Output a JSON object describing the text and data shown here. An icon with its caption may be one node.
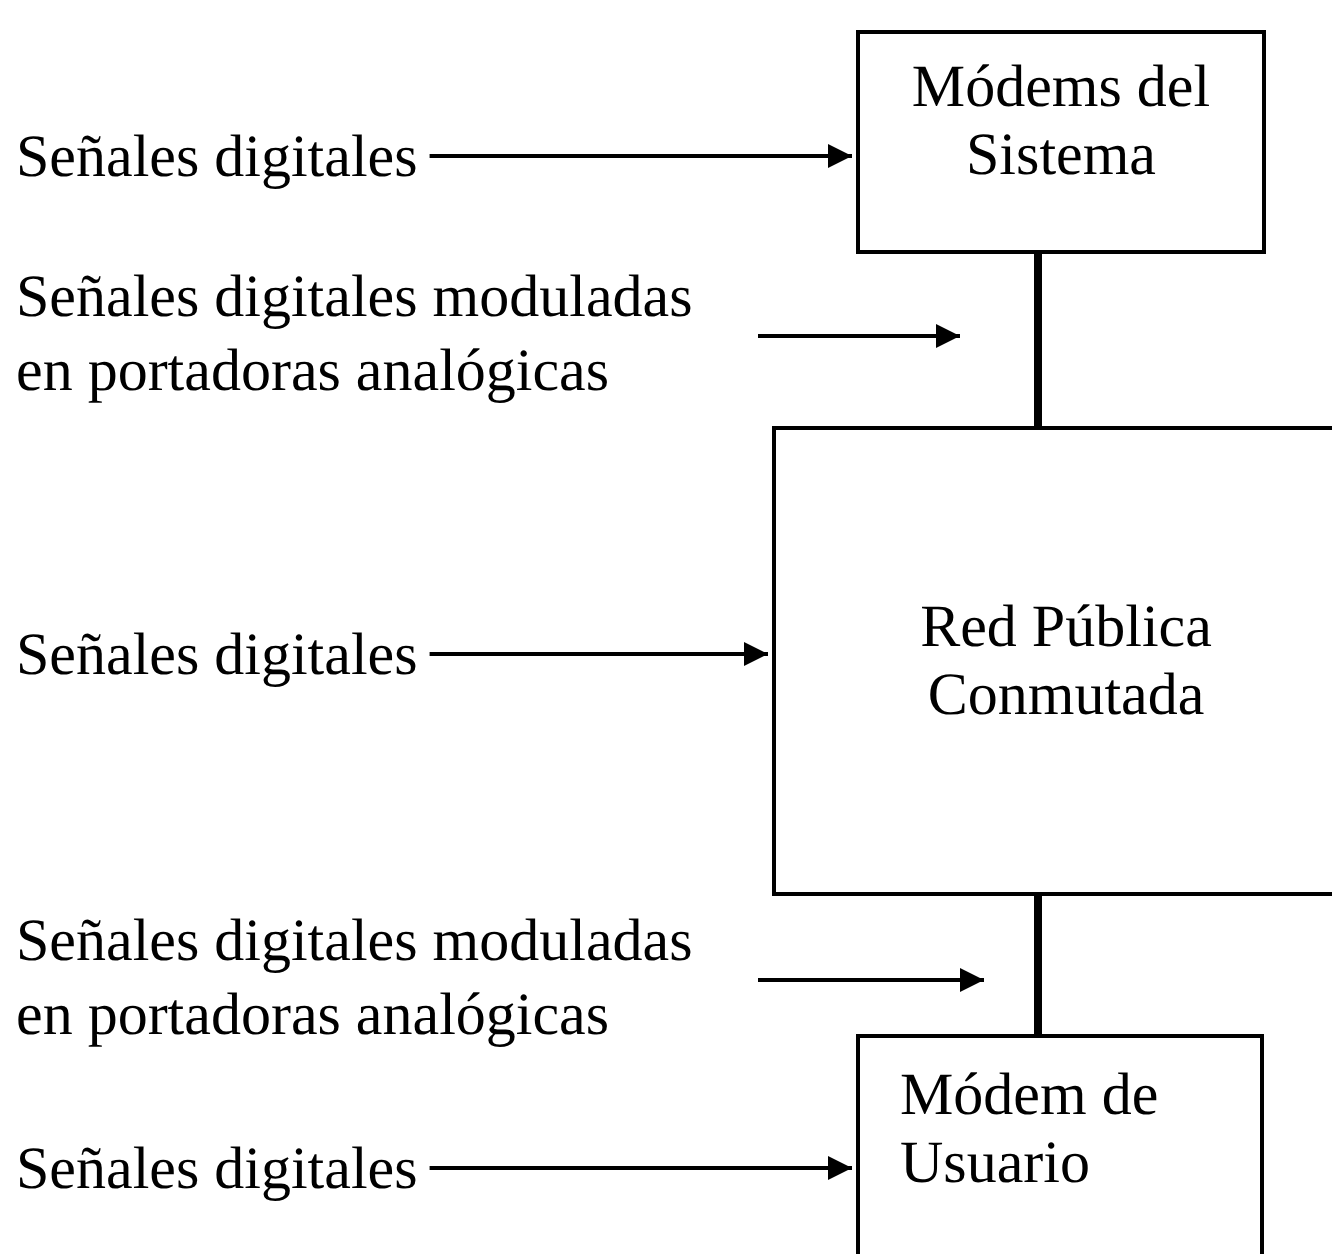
{
  "diagram": {
    "nodes": [
      {
        "text": [
          "Módems del Sistema"
        ]
      },
      {
        "text": [
          "Red Pública Conmutada"
        ]
      },
      {
        "text": [
          "Módem de Usuario"
        ]
      },
      {
        "text": [
          "Señales digitales"
        ]
      },
      {
        "text": [
          "Señales digitales moduladas en portadoras analógicas"
        ]
      },
      {
        "text": [
          "Señales digitales"
        ]
      },
      {
        "text": [
          "Señales digitales moduladas en portadoras analógicas"
        ]
      },
      {
        "text": [
          "Señales digitales"
        ]
      }
    ],
    "edges": [
      {
        "from": 0,
        "to": 1,
        "arrow": "none",
        "style": "thick"
      },
      {
        "from": 1,
        "to": 2,
        "arrow": "none",
        "style": "thick"
      },
      {
        "from": 3,
        "to": 0,
        "arrow": "to"
      },
      {
        "from": 4,
        "to": null,
        "arrow": "to"
      },
      {
        "from": 5,
        "to": 1,
        "arrow": "to"
      },
      {
        "from": 6,
        "to": 2,
        "arrow": "to"
      },
      {
        "from": 7,
        "to": 2,
        "arrow": "to"
      }
    ]
  }
}
